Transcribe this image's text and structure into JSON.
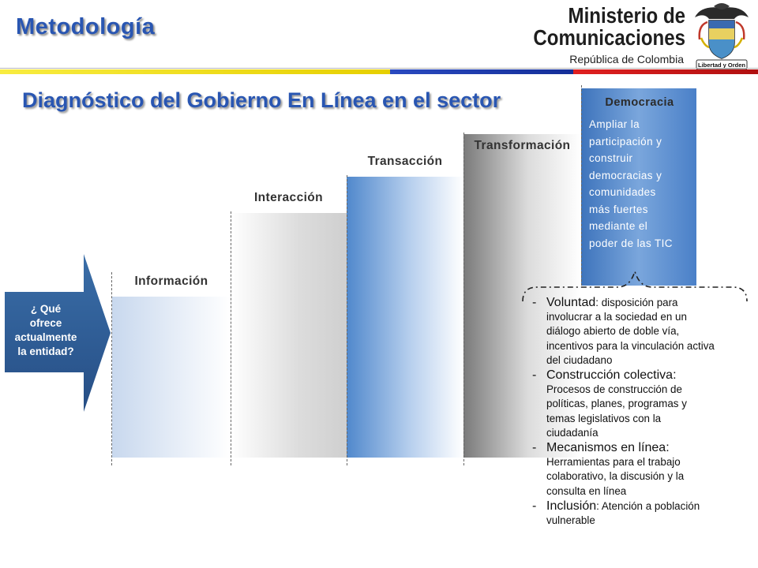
{
  "header": {
    "title": "Metodología",
    "ministry_line1": "Ministerio de",
    "ministry_line2": "Comunicaciones",
    "ministry_line3": "República de Colombia",
    "motto": "Libertad y Orden"
  },
  "subtitle": "Diagnóstico del Gobierno En Línea en el sector",
  "arrow_text": [
    "¿ Qué",
    "ofrece",
    "actualmente",
    "la entidad?"
  ],
  "steps": [
    "Información",
    "Interacción",
    "Transacción",
    "Transformación",
    "Democracia"
  ],
  "democracia_text": [
    "Ampliar la",
    "participación y",
    "construir",
    "democracias y",
    "comunidades",
    "más fuertes",
    "mediante el",
    "poder de las TIC"
  ],
  "items": [
    {
      "dash": "-",
      "head": "Voluntad",
      "lines": [
        ": disposición para",
        "involucrar a la sociedad en un",
        "diálogo abierto de doble vía,",
        "incentivos para la vinculación activa",
        "del ciudadano"
      ]
    },
    {
      "dash": "-",
      "head": "Construcción colectiva",
      "head_suffix": ":",
      "lines": [
        "Procesos de construcción de",
        "políticas, planes, programas y",
        "temas legislativos con la",
        "ciudadanía"
      ]
    },
    {
      "dash": "-",
      "head": "Mecanismos en línea",
      "head_suffix": ":",
      "lines": [
        "Herramientas para el trabajo",
        "colaborativo, la discusión y la",
        "consulta en línea"
      ]
    },
    {
      "dash": "-",
      "head": "Inclusión",
      "lines": [
        ": Atención a población",
        "vulnerable"
      ]
    }
  ],
  "colors": {
    "title_blue": "#2956b2",
    "band_yellow": "#f2e000",
    "band_blue": "#1f3fb0",
    "band_red": "#d01818",
    "arrow_blue": "#2f5f99",
    "step_blue": "#4a80c8",
    "step_gray": "#7a7a7a"
  }
}
